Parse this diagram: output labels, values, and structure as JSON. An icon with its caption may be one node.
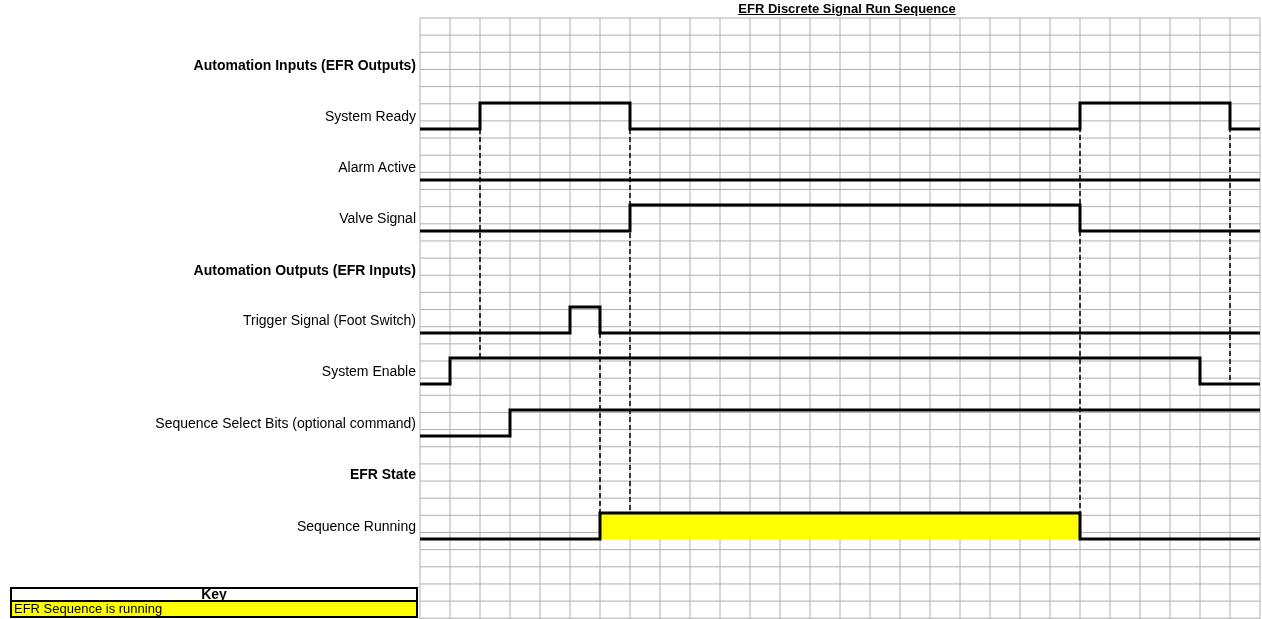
{
  "diagram": {
    "title": "EFR Discrete Signal Run Sequence",
    "labels": [
      "Automation Inputs (EFR Outputs)",
      "System Ready",
      "Alarm Active",
      "Valve Signal",
      "Automation Outputs (EFR Inputs)",
      "Trigger Signal (Foot Switch)",
      "System Enable",
      "Sequence Select Bits (optional command)",
      "EFR State",
      "Sequence Running",
      "Key"
    ],
    "legend": [
      {
        "text": "EFR Sequence is running",
        "color": "#ffff00"
      }
    ]
  }
}
